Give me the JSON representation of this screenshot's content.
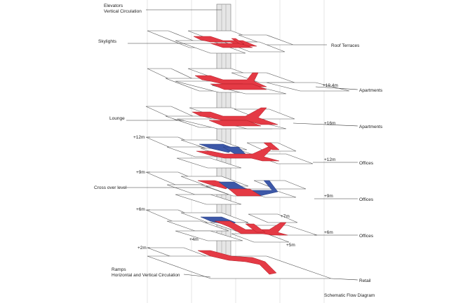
{
  "labels": {
    "elevators": "Elevators",
    "vertical_circulation": "Vertical Circulation",
    "skylights": "Skylights",
    "roof_terraces": "Roof Terraces",
    "apartments_upper": "Apartments",
    "apartments_lower": "Apartments",
    "lounge": "Lounge",
    "offices_top": "Offices",
    "offices_mid": "Offices",
    "offices_low": "Offices",
    "cross_over_level": "Cross over level",
    "ramps": "Ramps",
    "horizontal_vertical_circulation": "Horizontal and Vertical Circulation",
    "retail": "Retail",
    "footer": "Schematic Flow Diagram"
  },
  "levels": {
    "l_19_4": "+19.4m",
    "l_16": "+16m",
    "l_12_left": "+12m",
    "l_12_right": "+12m",
    "l_9_left": "+9m",
    "l_9_right": "+9m",
    "l_7": "+7m",
    "l_6_left": "+6m",
    "l_6_right": "+6m",
    "l_4": "+4m",
    "l_5": "+5m",
    "l_2": "+2m"
  },
  "colors": {
    "circulation": "#e43a45",
    "cross_over": "#3d58a8"
  }
}
